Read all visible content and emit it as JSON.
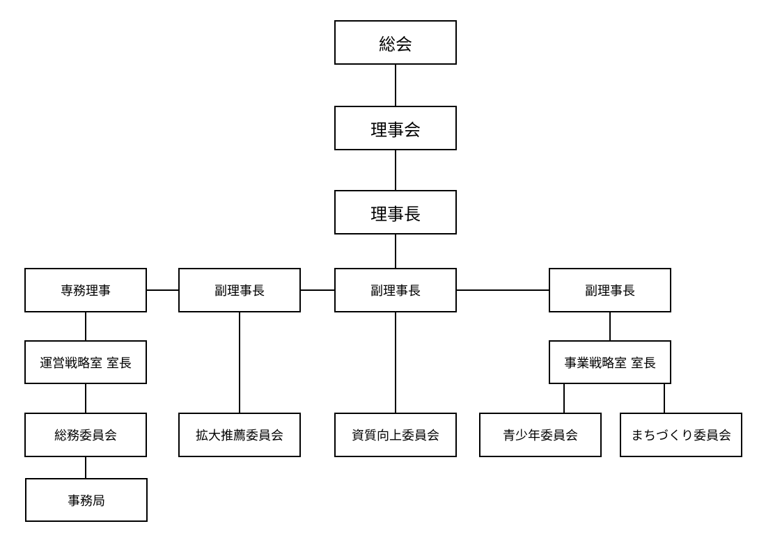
{
  "nodes": {
    "soukai": "総会",
    "rijikai": "理事会",
    "rijichou": "理事長",
    "senmu_riji": "専務理事",
    "fuku_rijichou_left": "副理事長",
    "fuku_rijichou_center": "副理事長",
    "fuku_rijichou_right": "副理事長",
    "unei_senryakushitsu": "運営戦略室 室長",
    "jigyou_senryakushitsu": "事業戦略室 室長",
    "soumu_iinkai": "総務委員会",
    "jimukyoku": "事務局",
    "kakudai_suisen_iinkai": "拡大推薦委員会",
    "shishitsu_koujou_iinkai": "資質向上委員会",
    "seishounen_iinkai": "青少年委員会",
    "machizukuri_iinkai": "まちづくり委員会"
  },
  "colors": {
    "line": "#000000",
    "border": "#000000",
    "background": "#ffffff"
  }
}
